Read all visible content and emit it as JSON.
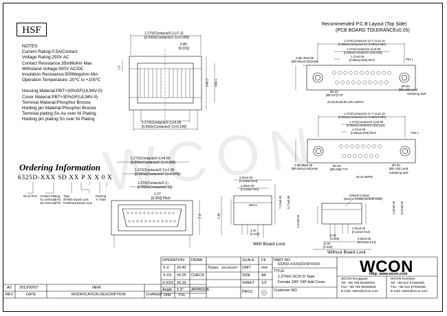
{
  "logo": "HSF",
  "watermark": "WCON",
  "notes": {
    "title": "NOTES:",
    "lines": [
      "Current Rating:0.5A/Contact",
      "Voltage Rating:250V AC",
      "Contact Resistance:35mllliohm Max",
      "Withstand Voltage:500V AC/DC",
      "Insulation Resistance:500Megohm Min",
      "Operation Temperature:-20℃ to +105℃",
      "",
      "Housing Material:PBT+30%GF(UL94V-0)",
      "Cover Material:PBT+30%GF(UL94V-0)",
      "Terminal Material:Phosphor Bronze",
      "Holding pin Material:Phosphor Bronze",
      "Terminal plating:Sn-Au over Ni Plating",
      "Holding pin plating:Sn over Ni Plating"
    ]
  },
  "ordering": {
    "title": "Ordering Information",
    "code": "6325D-XXX SD XX P X X 0 X",
    "labels": [
      "No.of Pins",
      "Contact Plating\nS1=Sn/Gold/Tin\nS2=Sn/Gold/Tin",
      "Type\nW:With Board Lock\nN:Without Board Lock",
      "Packing\nT=Tube"
    ]
  },
  "top_view": {
    "dim1": "1.27X(Contacts/2-1)+7.11",
    "dim1b": "[0.050x(Contacts/2-1)+0.280]",
    "dim2": "0.80",
    "dim2b": "[0.031]",
    "dim3": "1.27X(Contacts/2-1)+5.05",
    "dim3b": "[0.050x(Contacts/2-1)+0.199]",
    "dim_side": "1.5",
    "dim_side_b": "[0.059]",
    "dim_d": "DIM.D",
    "dim_a": "DIM.A"
  },
  "front_view": {
    "dim1": "1.27X(Contacts/2-1)+8.60",
    "dim1b": "[0.050x(Contacts/2-1)+0.339]",
    "dim2": "1.27X(Contacts/2-1)+1.90",
    "dim2b": "[0.050x(Contacts/2-1)+0.075]",
    "dim3": "1.27X(Contacts/2-1)",
    "dim3b": "[0.050x(Contacts/2-1)]",
    "dim4": "1.27",
    "dim4b": "[0.050] Pitch",
    "side_dim": "7.3",
    "side_dim_b": "[0.287]"
  },
  "side_with_lock": {
    "caption": "With Board Lock",
    "dims": [
      "3.50±0.35",
      "[0.138±0.014]",
      "2.80±0.35",
      "[0.110±0.014]",
      "DIM.C",
      "3.10",
      "[0.122]",
      "5.40",
      "[0.213]",
      "7.21±0.35",
      "[0.284±0.014]",
      "5.71±0.35",
      "[0.225±0.014]",
      "1.91±0.25",
      "[0.075±0.010]",
      "Ø3.10",
      "[0.122]"
    ]
  },
  "side_without_lock": {
    "caption": "Without Board Lock",
    "kinked": "Kinked Contact",
    "kinked_sub": "(Each 2 contact at both ends)",
    "dims": [
      "1.52±0.25",
      "[0.060±0.010]",
      "5.91±0.25",
      "[0.233±0.010]",
      "2.80±0.35",
      "[0.110±0.014]",
      "5.20",
      "[0.205]",
      "11.00",
      "[0.433]",
      "3.50±0.35",
      "[0.138±0.014]"
    ]
  },
  "pcb": {
    "title": "Recommended P.C.B Layout (Top Side)",
    "subtitle": "(PCB BOARD TOLERANCE±0.05)",
    "top": {
      "dims": [
        "1.27X(Contacts/2-1)+7.11±0.10",
        "[0.050x(Contacts/2-1)+0.280±0.004]",
        "1.27X(Contacts/2-1)±0.08",
        "[0.050x(Contacts/2-1)±0.003]",
        "1.27±0.08",
        "[0.050±0.003] Pitch"
      ],
      "hole": "2-Ø2.30±0.05",
      "hole_b": "[Ø0.091±0.002]Hole",
      "pin1": "PIN 1",
      "pad": "Ø3.30",
      "pad_b": "[Ø0.130] Land",
      "pad_c": "Soldering Side",
      "drill": "Ø1.20",
      "drill_b": "[Ø0.047]TYP",
      "note": "20,40,50,68,80,100,120PIN"
    },
    "bottom": {
      "dims": [
        "1.27X(Contacts/2-1)+7.11±0.10",
        "[0.050x(Contacts/2-1)+0.280±0.004]",
        "1.27X(Contacts/2-1)±0.08",
        "[0.050x(Contacts/2-1)±0.003]",
        "1.27±0.08",
        "[0.050±0.003] Pitch"
      ],
      "hole": "2-Ø2.30±0.05",
      "hole_b": "[Ø0.091±0.002]Hole",
      "pin1": "PIN 1",
      "pad": "Ø3.30",
      "pad_b": "[Ø0.130] Land",
      "pad_c": "Soldering Side",
      "drill": "Ø1.00",
      "drill_b": "[Ø0.039] TYP",
      "note": "30,34,36PIN"
    }
  },
  "title_block": {
    "operation_h": "OPERATION",
    "draw_h": "DRAW",
    "drawer": "Tsissu",
    "draw_date": "2013/02/07",
    "tol_rows": [
      [
        "X.X",
        "±0.40"
      ],
      [
        "X.XX",
        "±0.25"
      ],
      [
        "X.XXX",
        "±0.10"
      ],
      [
        "Angle",
        "± 3°"
      ]
    ],
    "check_h": "CHECK",
    "approve_h": "APPROVE",
    "dim_h": "DIM",
    "tol_h": "TOL",
    "scale_h": "SCALE",
    "scale_v": "FIt",
    "unit_h": "UNIT",
    "unit_v": "mm",
    "size_h": "SIZE",
    "size_v": "A4",
    "sheet_h": "SHEET",
    "sheet_v": "1/2",
    "proj_h": "PROJ.",
    "part_h": "PART NO.",
    "part_v": "6325D-XXXSDXXPXX0X",
    "title_h": "TITLE:",
    "title_v1": "1.27mm SCSI D-Type",
    "title_v2": "Female 180° DIP Add Cover",
    "customer_h": "Customer NO.",
    "rev_row": [
      "A0",
      "2013/02/07",
      "NEW"
    ],
    "rev_h": "REV",
    "date_h": "DATE",
    "desc_h": "MODIFICATION DESCRIPTION",
    "change_h": "CHANGE"
  },
  "company": {
    "brand": "WCON",
    "http": "Http: www.wcon.com",
    "left": [
      "WCON-Dongguan",
      "Tel: +86 769 85358915",
      "Fax: +86 769 85358925",
      "E-mail: sales@wcon.com"
    ],
    "right": [
      "WCON-Kunshan",
      "Tel: +86 512 57468406",
      "Fax: +86 512 57468468",
      "E-mail: sales@wcon.com"
    ]
  }
}
